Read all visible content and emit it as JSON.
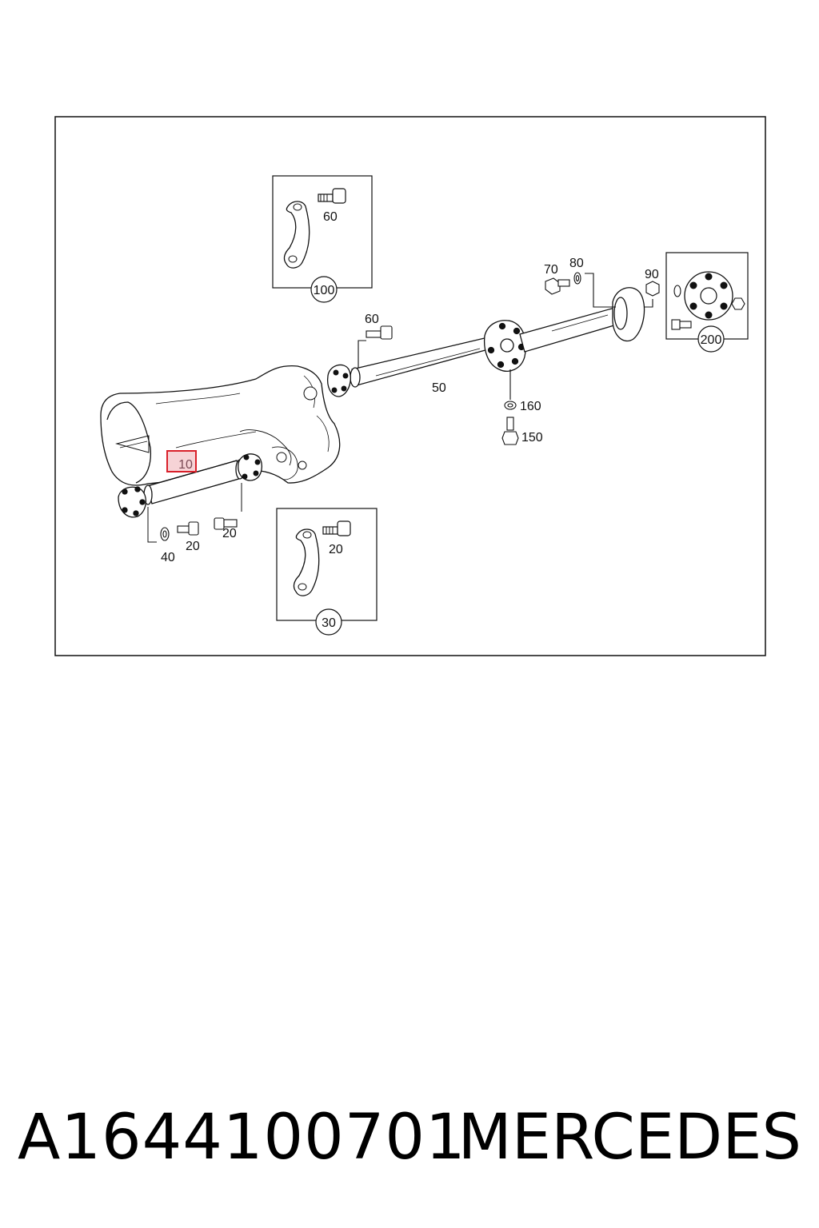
{
  "footer": {
    "part_number": "A1644100701",
    "brand": "MERCEDES"
  },
  "diagram": {
    "highlight_color": "#d9202a",
    "highlight_fill": "#f6d3d6",
    "line_color": "#111111",
    "callouts": {
      "c60_top": "60",
      "c100": "100",
      "c70": "70",
      "c80": "80",
      "c90": "90",
      "c200": "200",
      "c60_mid": "60",
      "c50": "50",
      "c160": "160",
      "c150": "150",
      "c10": "10",
      "c40": "40",
      "c20_a": "20",
      "c20_b": "20",
      "c20_c": "20",
      "c30": "30"
    }
  }
}
